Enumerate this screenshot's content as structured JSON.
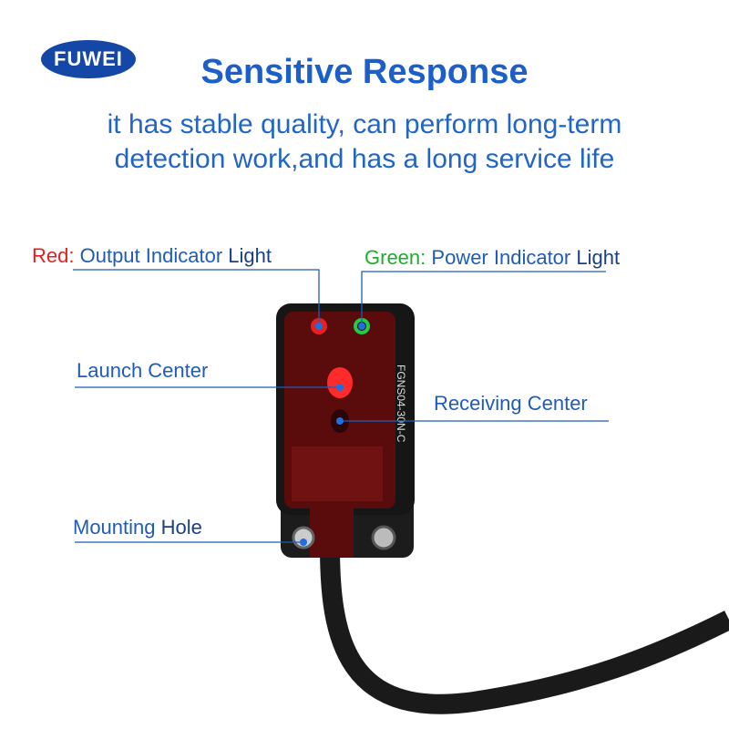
{
  "logo": "FUWEI",
  "title": "Sensitive Response",
  "subtitle": [
    "it has stable quality, can perform long-term",
    "detection work,and has a long service life"
  ],
  "labels": {
    "red_prefix": "Red:",
    "red_text": "Output Indicator",
    "red_suffix": "Light",
    "green_prefix": "Green:",
    "green_text": "Power Indicator",
    "green_suffix": "Light",
    "launch": "Launch Center",
    "receiving": "Receiving Center",
    "mounting_a": "Mounting",
    "mounting_b": "Hole"
  },
  "product": {
    "model": "FGNS04-30N-C",
    "brand": "FUWEI"
  },
  "colors": {
    "accent": "#1d5fc8",
    "red": "#e02020",
    "green": "#1cae2c"
  }
}
